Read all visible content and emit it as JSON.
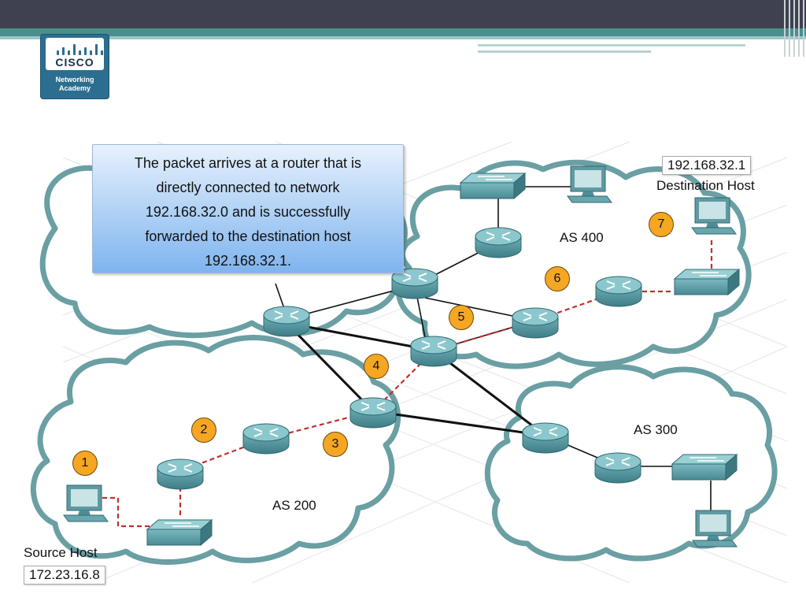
{
  "logo": {
    "brand": "CISCO",
    "line1": "Networking",
    "line2": "Academy"
  },
  "callout": {
    "lines": [
      "The packet arrives at a router that is",
      "directly connected to network",
      "192.168.32.0 and is successfully",
      "forwarded to the destination host",
      "192.168.32.1."
    ]
  },
  "source_host": {
    "label": "Source Host",
    "ip": "172.23.16.8"
  },
  "destination_host": {
    "label": "Destination Host",
    "ip": "192.168.32.1"
  },
  "autonomous_systems": [
    "AS 200",
    "AS 300",
    "AS 400"
  ],
  "steps": [
    "1",
    "2",
    "3",
    "4",
    "5",
    "6",
    "7"
  ],
  "colors": {
    "header": "#3f4050",
    "accent_band": "#4b8e8e",
    "cloud_outline": "#6a9fa3",
    "device": "#4f8d96",
    "packet_path": "#c0302e",
    "step_badge": "#f5a623",
    "callout": "#9cc4f2"
  }
}
